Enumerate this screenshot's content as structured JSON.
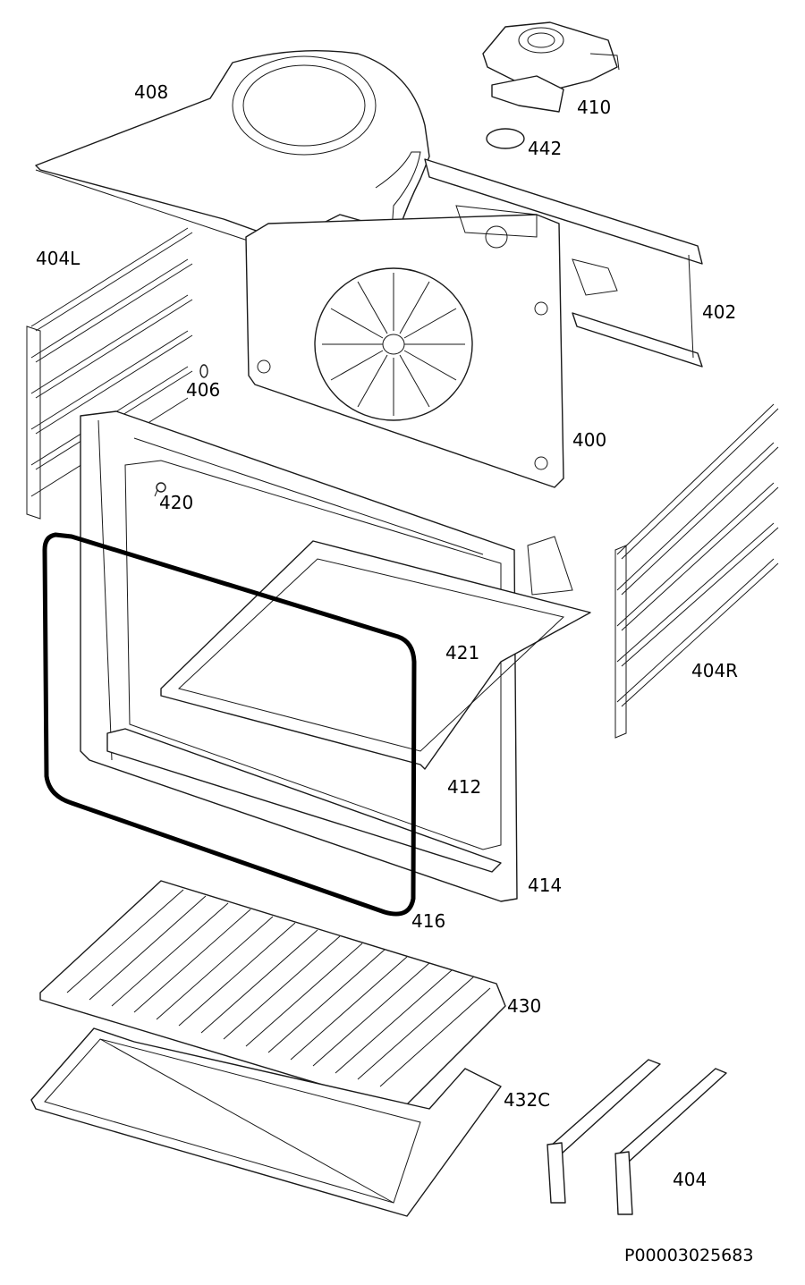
{
  "diagram": {
    "reference_number": "P00003025683",
    "parts": [
      {
        "id": "408",
        "label": "408"
      },
      {
        "id": "410",
        "label": "410"
      },
      {
        "id": "442",
        "label": "442"
      },
      {
        "id": "404L",
        "label": "404L"
      },
      {
        "id": "402",
        "label": "402"
      },
      {
        "id": "406",
        "label": "406"
      },
      {
        "id": "400",
        "label": "400"
      },
      {
        "id": "420",
        "label": "420"
      },
      {
        "id": "421",
        "label": "421"
      },
      {
        "id": "404R",
        "label": "404R"
      },
      {
        "id": "412",
        "label": "412"
      },
      {
        "id": "414",
        "label": "414"
      },
      {
        "id": "416",
        "label": "416"
      },
      {
        "id": "430",
        "label": "430"
      },
      {
        "id": "432C",
        "label": "432C"
      },
      {
        "id": "404",
        "label": "404"
      }
    ]
  }
}
